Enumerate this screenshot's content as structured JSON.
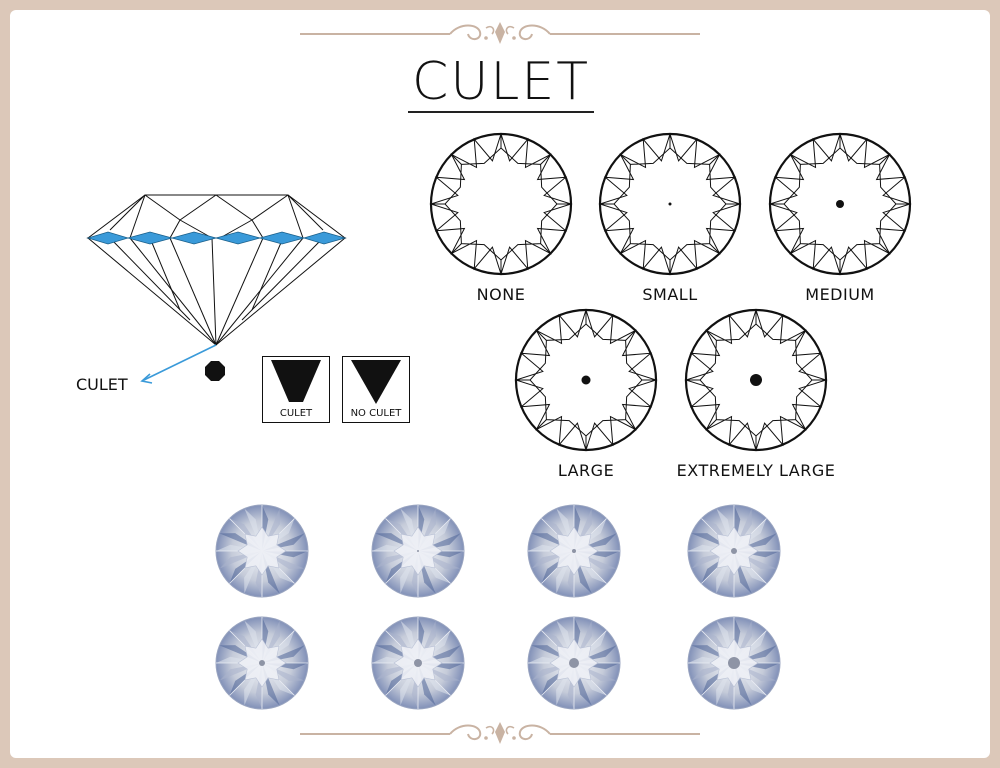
{
  "title": "CULET",
  "side_diagram": {
    "pointer_label": "CULET",
    "boxes": [
      {
        "label": "CULET"
      },
      {
        "label": "NO CULET"
      }
    ]
  },
  "sizes": [
    {
      "label": "NONE",
      "dot": 0
    },
    {
      "label": "SMALL",
      "dot": 1.5
    },
    {
      "label": "MEDIUM",
      "dot": 4
    },
    {
      "label": "LARGE",
      "dot": 4.5
    },
    {
      "label": "EXTREMELY LARGE",
      "dot": 6
    }
  ],
  "colors": {
    "background": "#dcc8b9",
    "ornament": "#c9b3a3",
    "girdle_blue": "#3a9ad9",
    "pointer": "#3a9ad9",
    "stone_blue": "#5a72a8"
  },
  "photo_rows": 2,
  "photo_cols": 4
}
